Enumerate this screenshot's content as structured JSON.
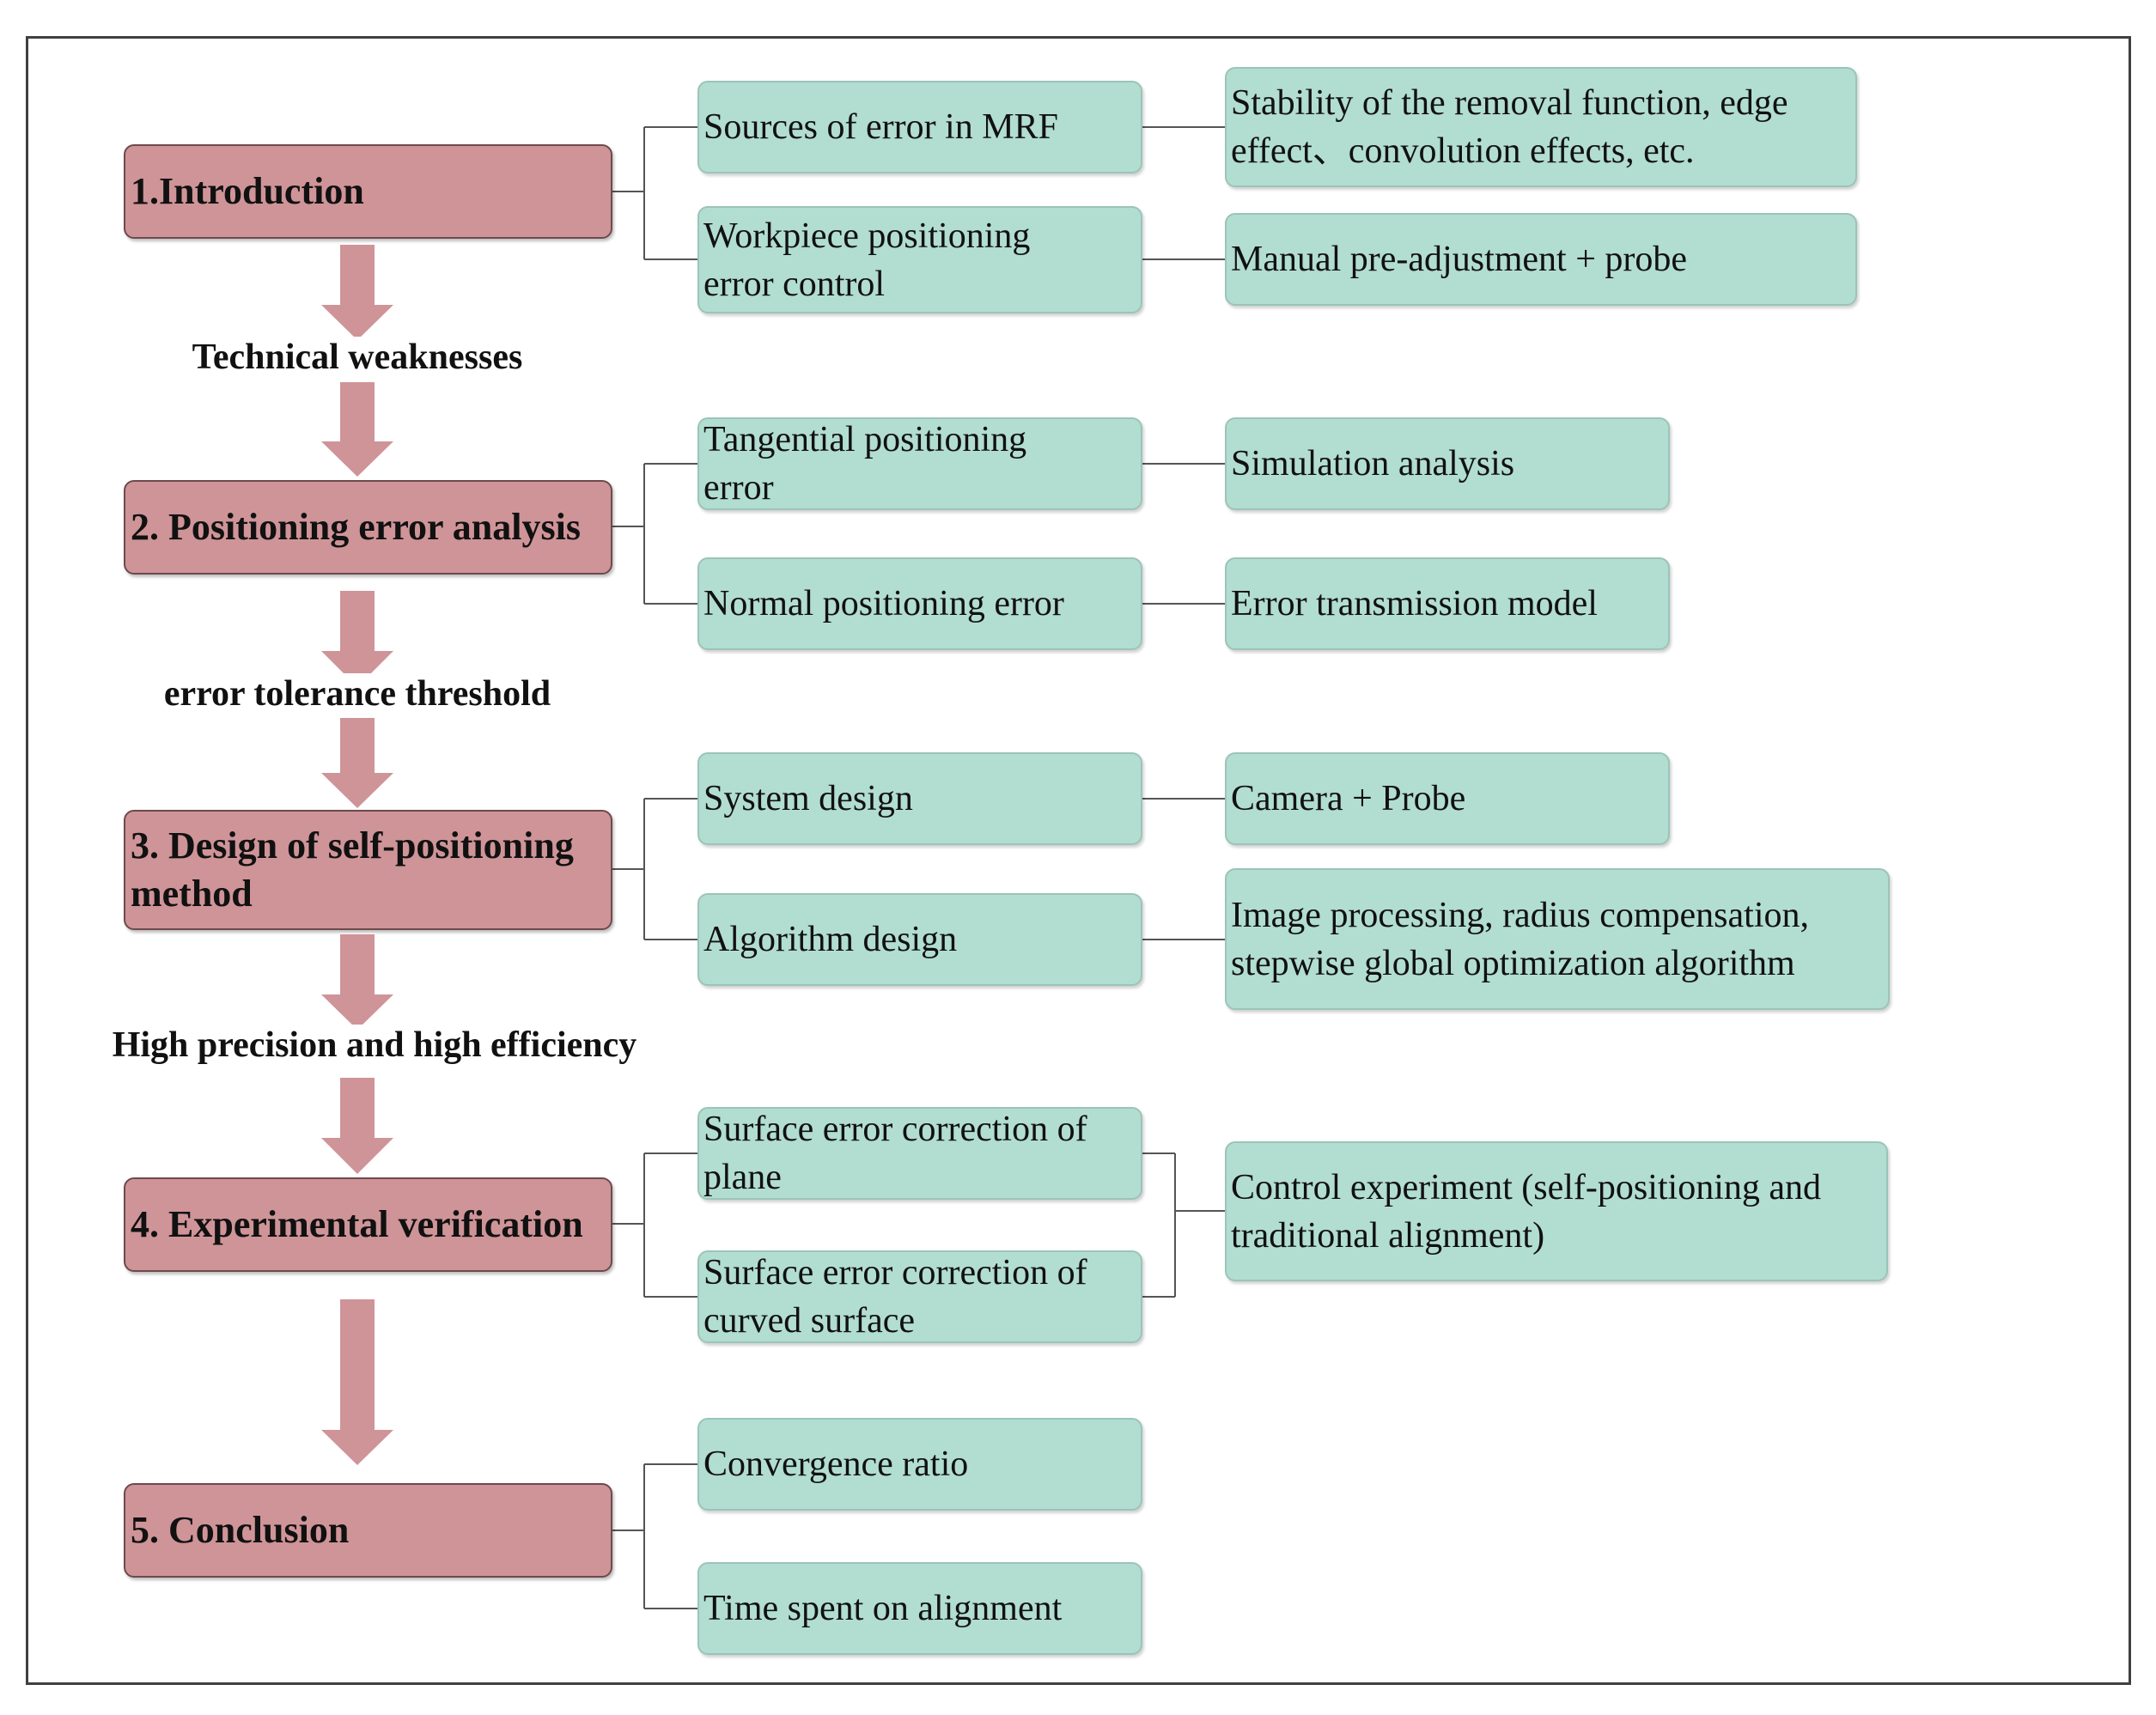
{
  "main_steps": [
    {
      "label": "1.Introduction"
    },
    {
      "label": "2. Positioning error analysis"
    },
    {
      "label": "3. Design of self-positioning\nmethod"
    },
    {
      "label": "4. Experimental verification"
    },
    {
      "label": "5. Conclusion"
    }
  ],
  "transitions": [
    {
      "label": "Technical weaknesses"
    },
    {
      "label": "error tolerance threshold"
    },
    {
      "label": "High precision and high efficiency"
    }
  ],
  "sub_items": [
    {
      "label": "Sources of error in MRF"
    },
    {
      "label": "Workpiece positioning\nerror control"
    },
    {
      "label": " Tangential positioning\nerror"
    },
    {
      "label": "Normal positioning error"
    },
    {
      "label": "System design"
    },
    {
      "label": "Algorithm design"
    },
    {
      "label": " Surface error correction of\nplane"
    },
    {
      "label": " Surface error correction of\ncurved surface"
    },
    {
      "label": "Convergence ratio"
    },
    {
      "label": "Time spent on alignment"
    }
  ],
  "details": [
    {
      "label": "Stability of the removal function, edge\neffect、convolution effects, etc."
    },
    {
      "label": "Manual pre-adjustment + probe"
    },
    {
      "label": "Simulation analysis"
    },
    {
      "label": "Error transmission model"
    },
    {
      "label": "Camera + Probe"
    },
    {
      "label": "Image processing,  radius compensation,\nstepwise global optimization algorithm"
    },
    {
      "label": "Control experiment (self-positioning and\ntraditional alignment)"
    }
  ],
  "colors": {
    "main_fill": "#cf9498",
    "sub_fill": "#b2ddd1",
    "arrow": "#cf9498",
    "line": "#555555"
  }
}
